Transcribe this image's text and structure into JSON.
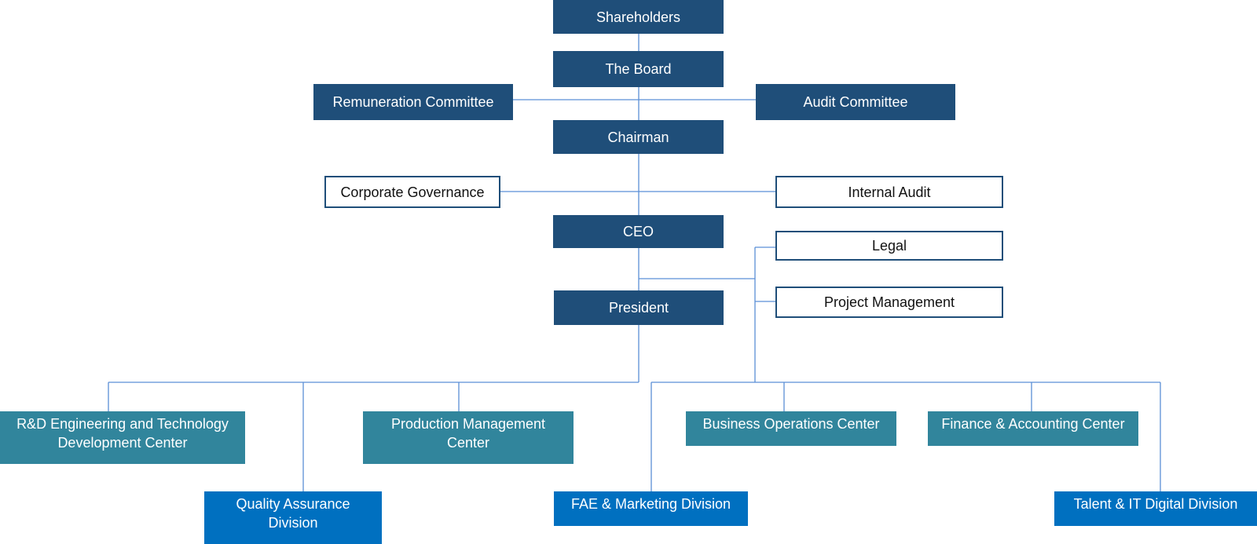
{
  "org_chart": {
    "top": {
      "shareholders": "Shareholders",
      "board": "The Board",
      "remuneration_committee": "Remuneration Committee",
      "audit_committee": "Audit Committee",
      "chairman": "Chairman",
      "corporate_governance": "Corporate Governance",
      "internal_audit": "Internal Audit",
      "ceo": "CEO",
      "legal": "Legal",
      "project_management": "Project Management",
      "president": "President"
    },
    "units": {
      "rd_center": "R&D Engineering and Technology\nDevelopment  Center",
      "production_center": "Production Management\nCenter",
      "business_operations": "Business Operations Center",
      "finance_accounting": "Finance & Accounting Center",
      "quality_assurance": "Quality Assurance\nDivision",
      "fae_marketing": "FAE & Marketing Division",
      "talent_it": "Talent & IT Digital Division"
    },
    "colors": {
      "executive_box": "#1f4e79",
      "staff_function_border": "#1f4e79",
      "center_box": "#31859c",
      "division_box": "#0070c0",
      "connector_line": "#5b8fd6"
    }
  }
}
